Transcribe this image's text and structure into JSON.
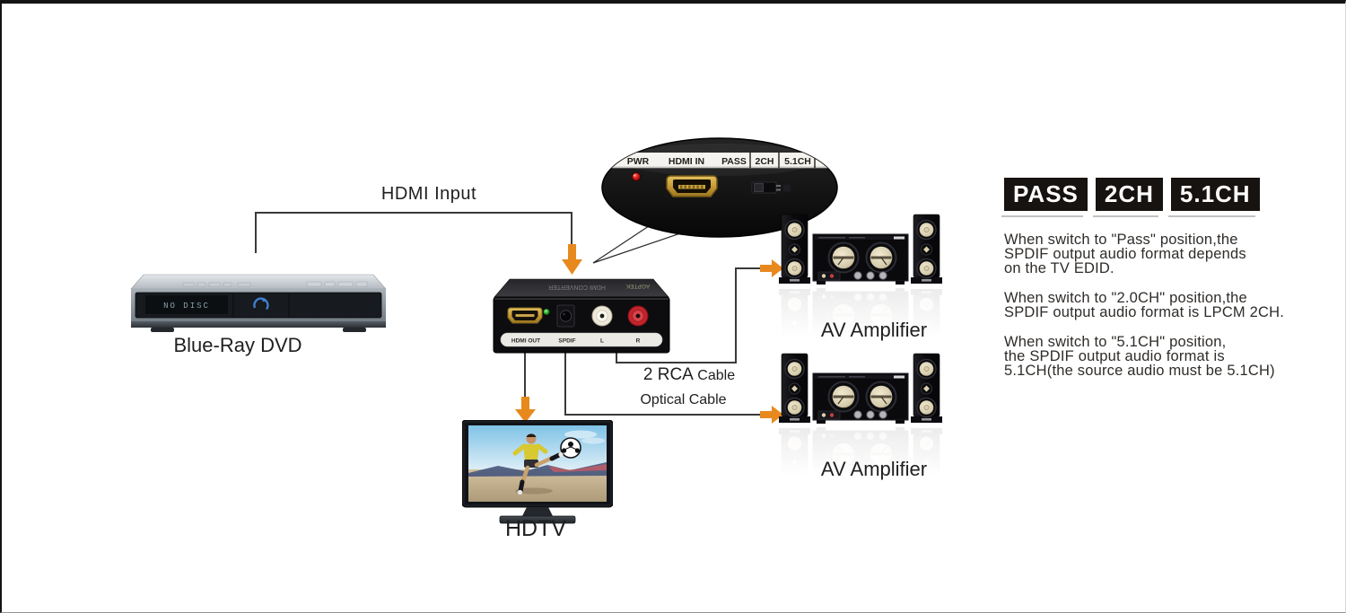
{
  "diagram": {
    "hdmi_input_label": "HDMI Input",
    "rca_label_big": "2 RCA",
    "rca_label_small": "Cable",
    "optical_label": "Optical Cable"
  },
  "devices": {
    "bluray": {
      "label": "Blue-Ray DVD",
      "display": "NO DISC"
    },
    "hdtv": {
      "label": "HDTV"
    },
    "amp_top": {
      "label": "AV Amplifier"
    },
    "amp_bottom": {
      "label": "AV Amplifier"
    },
    "converter": {
      "top_text": "HDMI CONVERTER",
      "top_brand": "AGPTEK",
      "ports": {
        "hdmi_out": "HDMI OUT",
        "spdif": "SPDIF",
        "l": "L",
        "r": "R"
      }
    },
    "callout": {
      "ports": {
        "pwr": "PWR",
        "hdmi_in": "HDMI IN",
        "pass": "PASS",
        "ch2": "2CH",
        "ch51": "5.1CH"
      }
    }
  },
  "info_panel": {
    "badges": [
      "PASS",
      "2CH",
      "5.1CH"
    ],
    "paragraphs": [
      [
        "When switch to \"Pass\" position,the",
        "SPDIF output audio format depends",
        "on the TV EDID."
      ],
      [
        "When switch to \"2.0CH\" position,the",
        "SPDIF output audio format is LPCM 2CH."
      ],
      [
        "When switch to \"5.1CH\" position,",
        "the SPDIF output audio format is",
        "5.1CH(the source audio must be 5.1CH)"
      ]
    ]
  },
  "colors": {
    "arrow_orange": "#E8891E",
    "line": "#3a3a3a",
    "badge_bg": "#171310",
    "body_text": "#2f2c29"
  }
}
